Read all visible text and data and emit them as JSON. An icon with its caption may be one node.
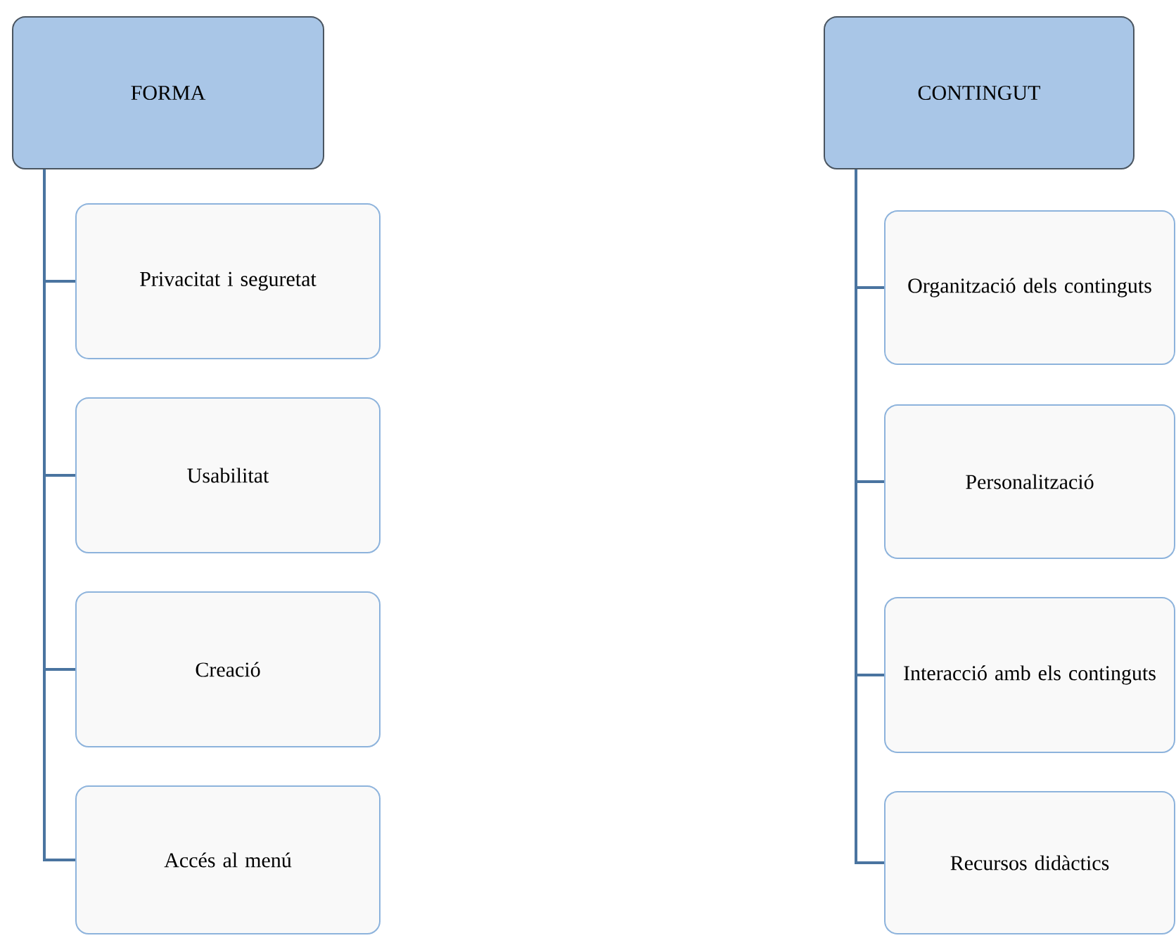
{
  "diagram": {
    "nodes": [
      {
        "text": [
          "FORMA"
        ]
      },
      {
        "text": [
          "Privacitat i seguretat"
        ]
      },
      {
        "text": [
          "Usabilitat"
        ]
      },
      {
        "text": [
          "Creació"
        ]
      },
      {
        "text": [
          "Accés al menú"
        ]
      },
      {
        "text": [
          "CONTINGUT"
        ]
      },
      {
        "text": [
          "Organització dels continguts"
        ]
      },
      {
        "text": [
          "Personalització"
        ]
      },
      {
        "text": [
          "Interacció amb els continguts"
        ]
      },
      {
        "text": [
          "Recursos didàctics"
        ]
      }
    ],
    "edges": [
      {
        "from": 0,
        "to": 1,
        "arrow": "none"
      },
      {
        "from": 0,
        "to": 2,
        "arrow": "none"
      },
      {
        "from": 0,
        "to": 3,
        "arrow": "none"
      },
      {
        "from": 0,
        "to": 4,
        "arrow": "none"
      },
      {
        "from": 5,
        "to": 6,
        "arrow": "none"
      },
      {
        "from": 5,
        "to": 7,
        "arrow": "none"
      },
      {
        "from": 5,
        "to": 8,
        "arrow": "none"
      },
      {
        "from": 5,
        "to": 9,
        "arrow": "none"
      }
    ]
  }
}
